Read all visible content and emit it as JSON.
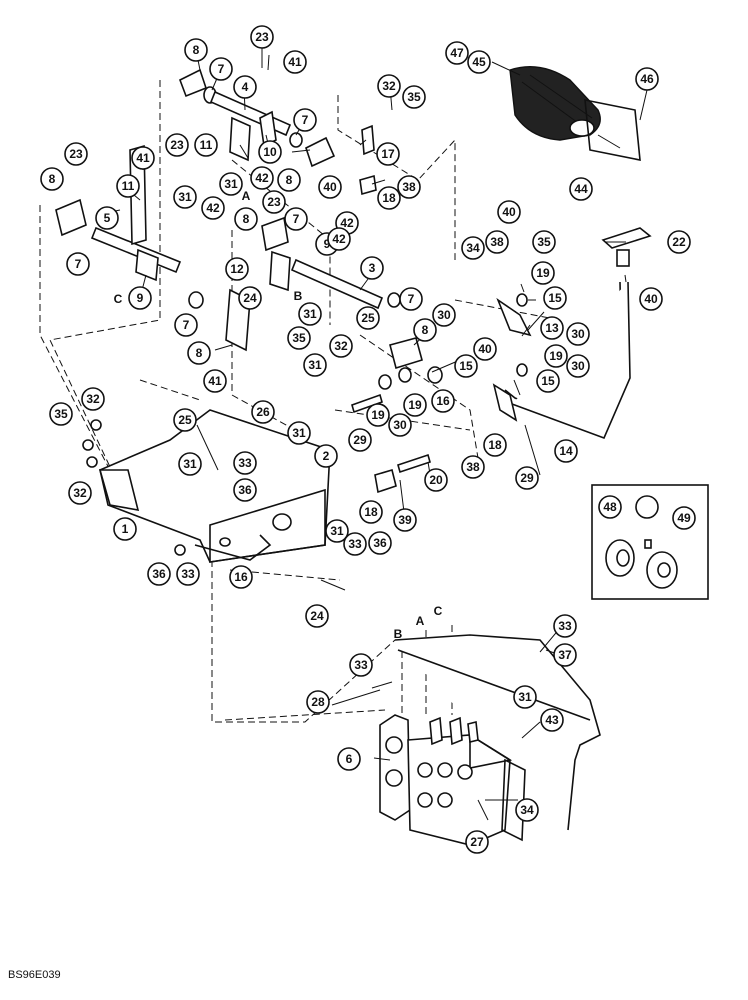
{
  "drawing_code": "BS96E039",
  "ref_letters": [
    "A",
    "B",
    "C",
    "A",
    "B",
    "C"
  ],
  "callouts": [
    "1",
    "2",
    "3",
    "4",
    "5",
    "6",
    "7",
    "7",
    "7",
    "7",
    "7",
    "7",
    "8",
    "8",
    "8",
    "8",
    "8",
    "8",
    "9",
    "9",
    "10",
    "11",
    "11",
    "12",
    "13",
    "14",
    "15",
    "15",
    "15",
    "16",
    "16",
    "17",
    "18",
    "18",
    "18",
    "19",
    "19",
    "19",
    "19",
    "20",
    "22",
    "23",
    "23",
    "23",
    "23",
    "24",
    "24",
    "25",
    "25",
    "26",
    "27",
    "28",
    "29",
    "29",
    "30",
    "30",
    "30",
    "30",
    "31",
    "31",
    "31",
    "31",
    "31",
    "31",
    "31",
    "31",
    "32",
    "32",
    "32",
    "32",
    "33",
    "33",
    "33",
    "33",
    "33",
    "34",
    "34",
    "35",
    "35",
    "35",
    "35",
    "36",
    "36",
    "36",
    "37",
    "38",
    "38",
    "38",
    "39",
    "40",
    "40",
    "40",
    "40",
    "41",
    "41",
    "41",
    "42",
    "42",
    "42",
    "42",
    "43",
    "44",
    "45",
    "46",
    "47",
    "48",
    "49"
  ]
}
